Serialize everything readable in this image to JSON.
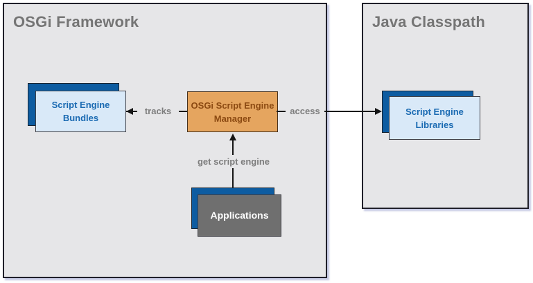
{
  "containers": {
    "osgi": {
      "title": "OSGi Framework"
    },
    "java_classpath": {
      "title": "Java Classpath"
    }
  },
  "nodes": {
    "script_engine_bundles": {
      "line1": "Script Engine",
      "line2": "Bundles"
    },
    "osgi_script_engine_manager": {
      "line1": "OSGi Script Engine",
      "line2": "Manager"
    },
    "script_engine_libraries": {
      "line1": "Script Engine",
      "line2": "Libraries"
    },
    "applications": {
      "label": "Applications"
    }
  },
  "edges": {
    "tracks": {
      "label": "tracks"
    },
    "access": {
      "label": "access"
    },
    "get_script_engine": {
      "label": "get script engine"
    }
  },
  "colors": {
    "container_fill": "#e6e6e8",
    "container_border": "#20202a",
    "back_box_blue": "#0d5ca1",
    "front_box_light_blue": "#d9e9f8",
    "node_text_blue": "#1a6ab2",
    "manager_fill": "#e5a55f",
    "manager_text": "#8c4a12",
    "applications_fill": "#6f6f6f",
    "applications_text": "#ffffff",
    "label_gray": "#7d7d7d",
    "title_gray": "#757575",
    "line_color": "#151515"
  }
}
